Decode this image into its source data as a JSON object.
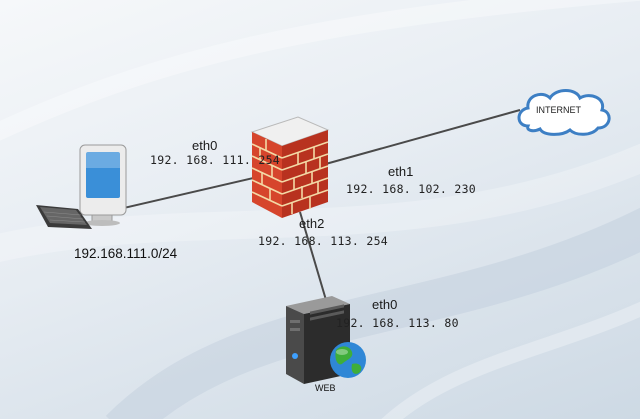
{
  "colors": {
    "link": "#4a4a4a",
    "brick": "#d6452c",
    "mortar": "#f3d9a6",
    "monitor_screen": "#3a8fd8",
    "cloud_edge": "#3d7fc4"
  },
  "pc": {
    "icon": "desktop-computer-icon",
    "iface_name": "eth0",
    "iface_ip": "192. 168. 111. 254",
    "subnet": "192.168.111.0/24"
  },
  "firewall": {
    "icon": "firewall-brick-wall-icon"
  },
  "internet": {
    "icon": "cloud-icon",
    "label": "INTERNET",
    "iface_name": "eth1",
    "iface_ip": "192. 168. 102. 230"
  },
  "dmz": {
    "iface_name": "eth2",
    "iface_ip": "192. 168. 113. 254"
  },
  "web": {
    "icon": "web-server-globe-icon",
    "label": "WEB",
    "iface_name": "eth0",
    "iface_ip": "192. 168. 113. 80"
  }
}
